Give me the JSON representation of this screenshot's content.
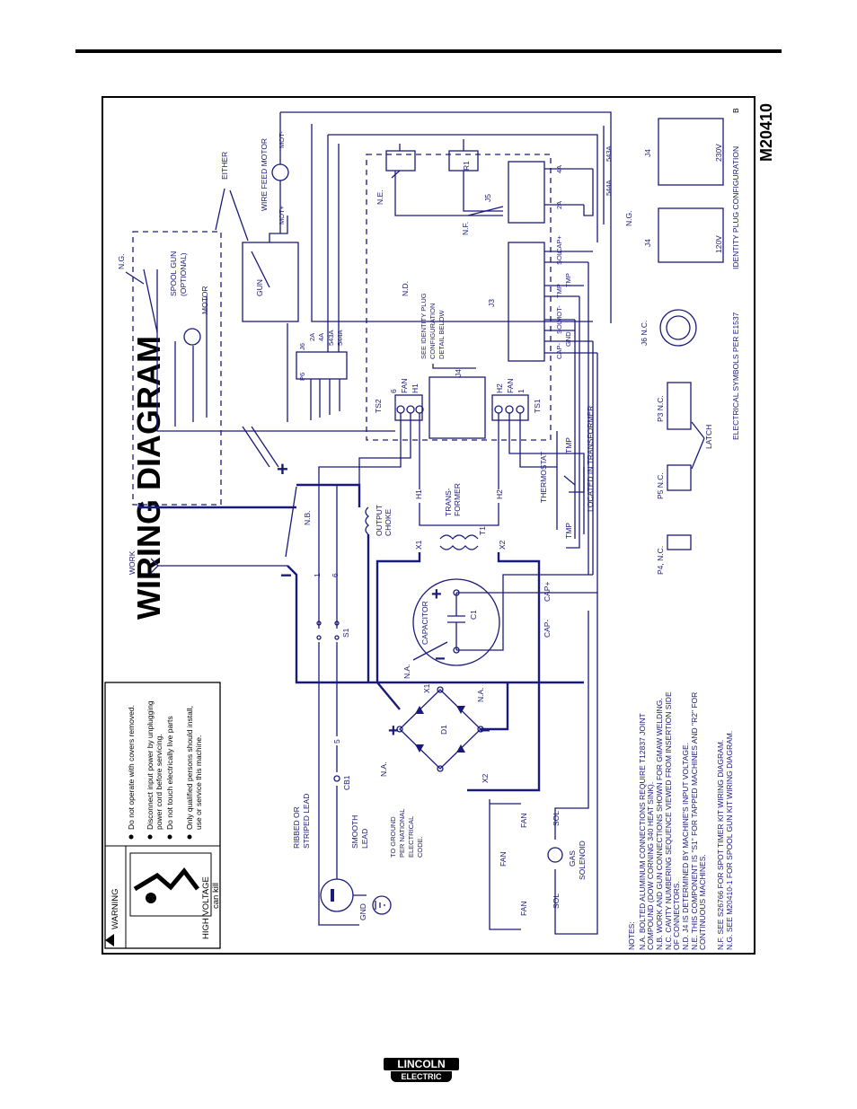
{
  "title": "WIRING DIAGRAM",
  "drawing_number": "M20410",
  "revision": "B",
  "logo": {
    "top": "LINCOLN",
    "bottom": "ELECTRIC"
  },
  "warning": {
    "header": "WARNING",
    "voltage_title": "HIGH VOLTAGE",
    "voltage_sub": "can kill",
    "bullets": [
      "Do not operate with covers removed.",
      "Disconnect input power by unplugging",
      "power cord before servicing.",
      "Do not touch electrically live parts",
      "Only qualified persons should install,",
      "use or service this machine."
    ]
  },
  "labels": {
    "either": "EITHER",
    "wire_feed_motor": "WIRE FEED MOTOR",
    "mot_plus": "MOT+",
    "mot_minus": "MOT-",
    "ng": "N.G.",
    "spool_gun": "SPOOL GUN",
    "optional": "(OPTIONAL)",
    "motor": "MOTOR",
    "gun": "GUN",
    "j6": "J6",
    "p6": "P6",
    "w2a": "2A",
    "w4a": "4A",
    "w543a": "543A",
    "w544a": "544A",
    "see_identity": "SEE IDENTITY PLUG",
    "configuration": "CONFIGURATION",
    "detail_below": "DETAIL BELOW",
    "nd": "N.D.",
    "ne": "N.E.",
    "nf": "N.F.",
    "r1": "R1",
    "j5": "J5",
    "j3": "J3",
    "j4": "J4",
    "ts1": "TS1",
    "ts2": "TS2",
    "fan": "FAN",
    "h1": "H1",
    "h2": "H2",
    "six": "6",
    "one": "1",
    "work": "WORK",
    "nb": "N.B.",
    "output": "OUTPUT",
    "choke": "CHOKE",
    "trans": "TRANS-",
    "former": "FORMER",
    "t1": "T1",
    "x1": "X1",
    "x2": "X2",
    "thermostat": "THERMOSTAT",
    "tmp": "TMP",
    "located_in_transformer": "LOCATED IN TRANSFORMER",
    "capacitor": "CAPACITOR",
    "c1": "C1",
    "cap_plus": "CAP+",
    "cap_minus": "CAP-",
    "na": "N.A.",
    "d1": "D1",
    "s1": "S1",
    "cb1": "CB1",
    "five": "5",
    "ribbed": "RIBBED OR",
    "striped": "STRIPED LEAD",
    "smooth": "SMOOTH",
    "lead": "LEAD",
    "gnd": "GND",
    "to_ground": "TO GROUND",
    "per_national": "PER NATIONAL",
    "electrical": "ELECTRICAL",
    "code": "CODE.",
    "sol": "SOL",
    "gas": "GAS",
    "solenoid": "SOLENOID",
    "p4": "P4, N.C.",
    "p5": "P5 N.C.",
    "p3": "P3  N.C.",
    "latch": "LATCH",
    "j6nc": "J6 N.C.",
    "electrical_symbols": "ELECTRICAL SYMBOLS PER E1537",
    "identity_plug_config": "IDENTITY PLUG CONFIGURATION",
    "v120": "120V",
    "v230": "230V",
    "j3_pins": [
      "CAP-",
      "GND",
      "SOL",
      "MOT-",
      "MOT-",
      "TMP",
      "TMP",
      "SOL",
      "CAP+"
    ],
    "j5_pins": [
      "2A",
      "4A"
    ]
  },
  "notes": {
    "header": "NOTES:",
    "lines": [
      "N.A.   BOLTED ALUMINUM CONNECTIONS REQUIRE T12837 JOINT",
      "         COMPOUND (DOW CORNING 340 HEAT SINK).",
      "N.B.   WORK AND GUN CONNECTIONS SHOWN FOR GMAW WELDING.",
      "N.C.   CAVITY NUMBERING SEQUENCE VIEWED FROM INSERTION SIDE",
      "         OF CONNECTORS.",
      "N.D.   J4 IS DETERMINED BY MACHINE'S INPUT VOLTAGE.",
      "N.E.   THIS COMPONENT IS \"S1\" FOR TAPPED MACHINES AND \"R2\" FOR",
      "         CONTINUOUS MACHINES.",
      "N.F.   SEE S26766 FOR SPOT TIMER KIT WIRING DIAGRAM.",
      "N.G.   SEE M20410-1 FOR SPOOL GUN KIT WIRING DIAGRAM."
    ]
  }
}
